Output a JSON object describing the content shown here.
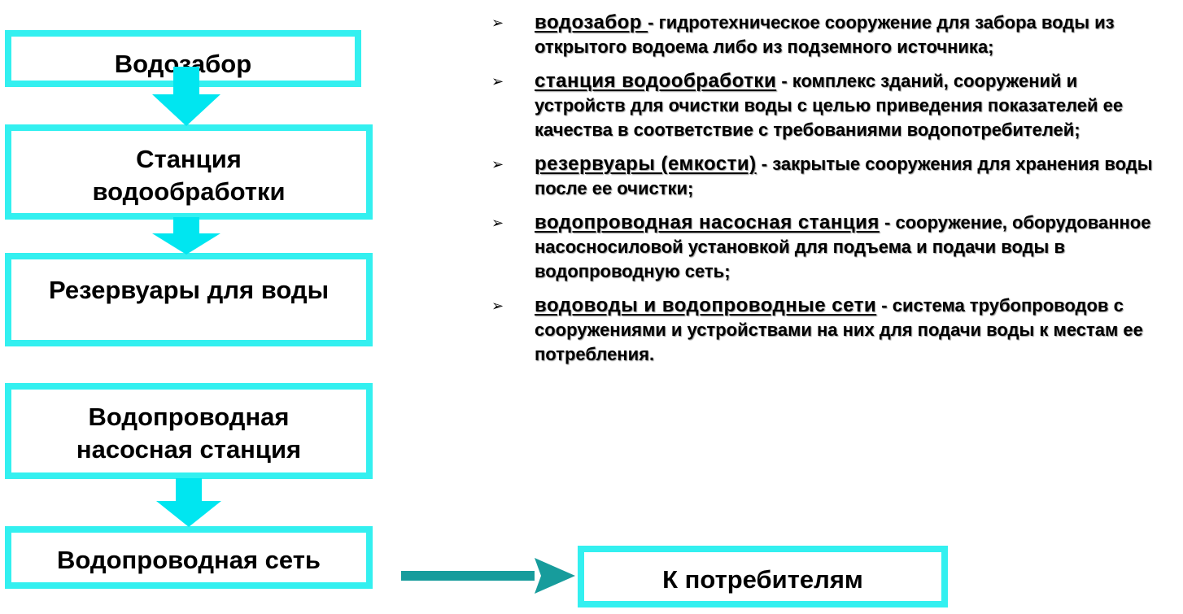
{
  "flow_boxes": [
    {
      "label": "Водозабор"
    },
    {
      "label": "Станция водообработки",
      "lines": [
        "Станция",
        "водообработки"
      ]
    },
    {
      "label": "Резервуары для воды"
    },
    {
      "label": "Водопроводная насосная станция",
      "lines": [
        "Водопроводная",
        "насосная станция"
      ]
    },
    {
      "label": "Водопроводная сеть"
    }
  ],
  "consumer_box": {
    "label": "К потребителям"
  },
  "definitions": [
    {
      "bullet": "➢",
      "term": "водозабор ",
      "sep": " - ",
      "text": "гидротехническое сооружение для забора воды из открытого водоема либо из подземного источника;"
    },
    {
      "bullet": "➢",
      "term": "станция водообработки",
      "sep": " - ",
      "text": "комплекс зданий, сооружений и устройств для очистки воды с целью приведения показателей ее качества в соответствие с требованиями водопотребителей;"
    },
    {
      "bullet": "➢",
      "term": "резервуары (емкости)",
      "sep": " - ",
      "text": "закрытые сооружения для хранения воды после ее очистки;"
    },
    {
      "bullet": "➢",
      "term": "водопроводная насосная станция",
      "sep": " - ",
      "text": "сооружение, оборудованное насосносиловой установкой для подъема и подачи воды в водопроводную сеть;"
    },
    {
      "bullet": "➢",
      "term": "водоводы и водопроводные сети",
      "sep": " - ",
      "text": "система трубопроводов с сооружениями и устройствами на них для подачи воды к местам ее потребления."
    }
  ],
  "colors": {
    "box_border": "#33f0f0",
    "down_arrow": "#00e6f0",
    "right_arrow": "#179c9c",
    "text": "#000000"
  }
}
